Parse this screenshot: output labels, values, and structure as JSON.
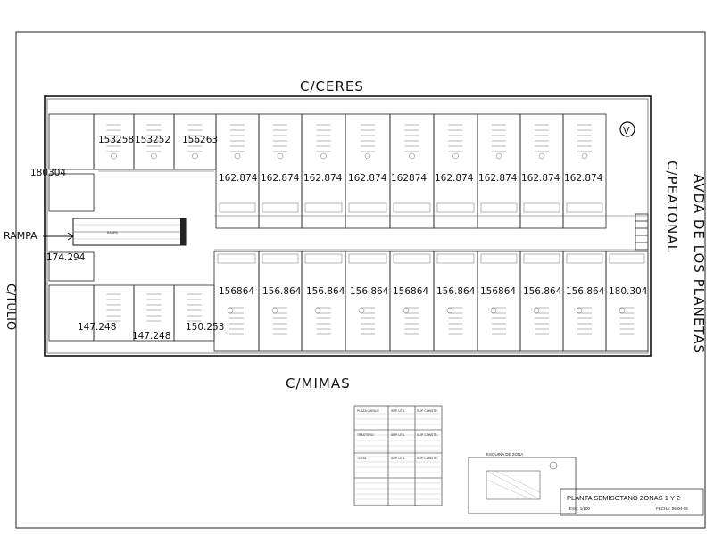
{
  "streets": {
    "north": "C/CERES",
    "south": "C/MIMAS",
    "east_peatonal": "C/PEATONAL",
    "east_avda": "AVDA DE LOS PLANETAS",
    "west": "C/TULIO",
    "ramp": "RAMPA",
    "ramp_mark": "V"
  },
  "north_prices": [
    "153258",
    "153252",
    "156263",
    "162.874",
    "162.874",
    "162.874",
    "162.874",
    "162874",
    "162.874",
    "162.874",
    "162.874",
    "162.874"
  ],
  "south_prices": [
    "156864",
    "156.864",
    "156.864",
    "156.864",
    "156864",
    "156.864",
    "156864",
    "156.864",
    "156.864",
    "180.304"
  ],
  "west_prices": [
    "180304",
    "174.294",
    "147.248",
    "147.248",
    "150.253"
  ],
  "table": {
    "rows": [
      {
        "label": "PLAZA GARAJE",
        "c1": "SUP. UTIL",
        "c2": "SUP. CONSTR."
      },
      {
        "label": "TRASTERO",
        "c1": "SUP. UTIL",
        "c2": "SUP. CONSTR."
      },
      {
        "label": "TOTAL",
        "c1": "SUP. UTIL",
        "c2": "SUP. CONSTR."
      }
    ]
  },
  "title_block": {
    "inset_label": "ESQUINA DE ZONA",
    "title": "PLANTA SEMISOTANO ZONAS 1 Y 2",
    "scale": "ESC: 1/100",
    "date": "FECHA: 06-04-05"
  }
}
